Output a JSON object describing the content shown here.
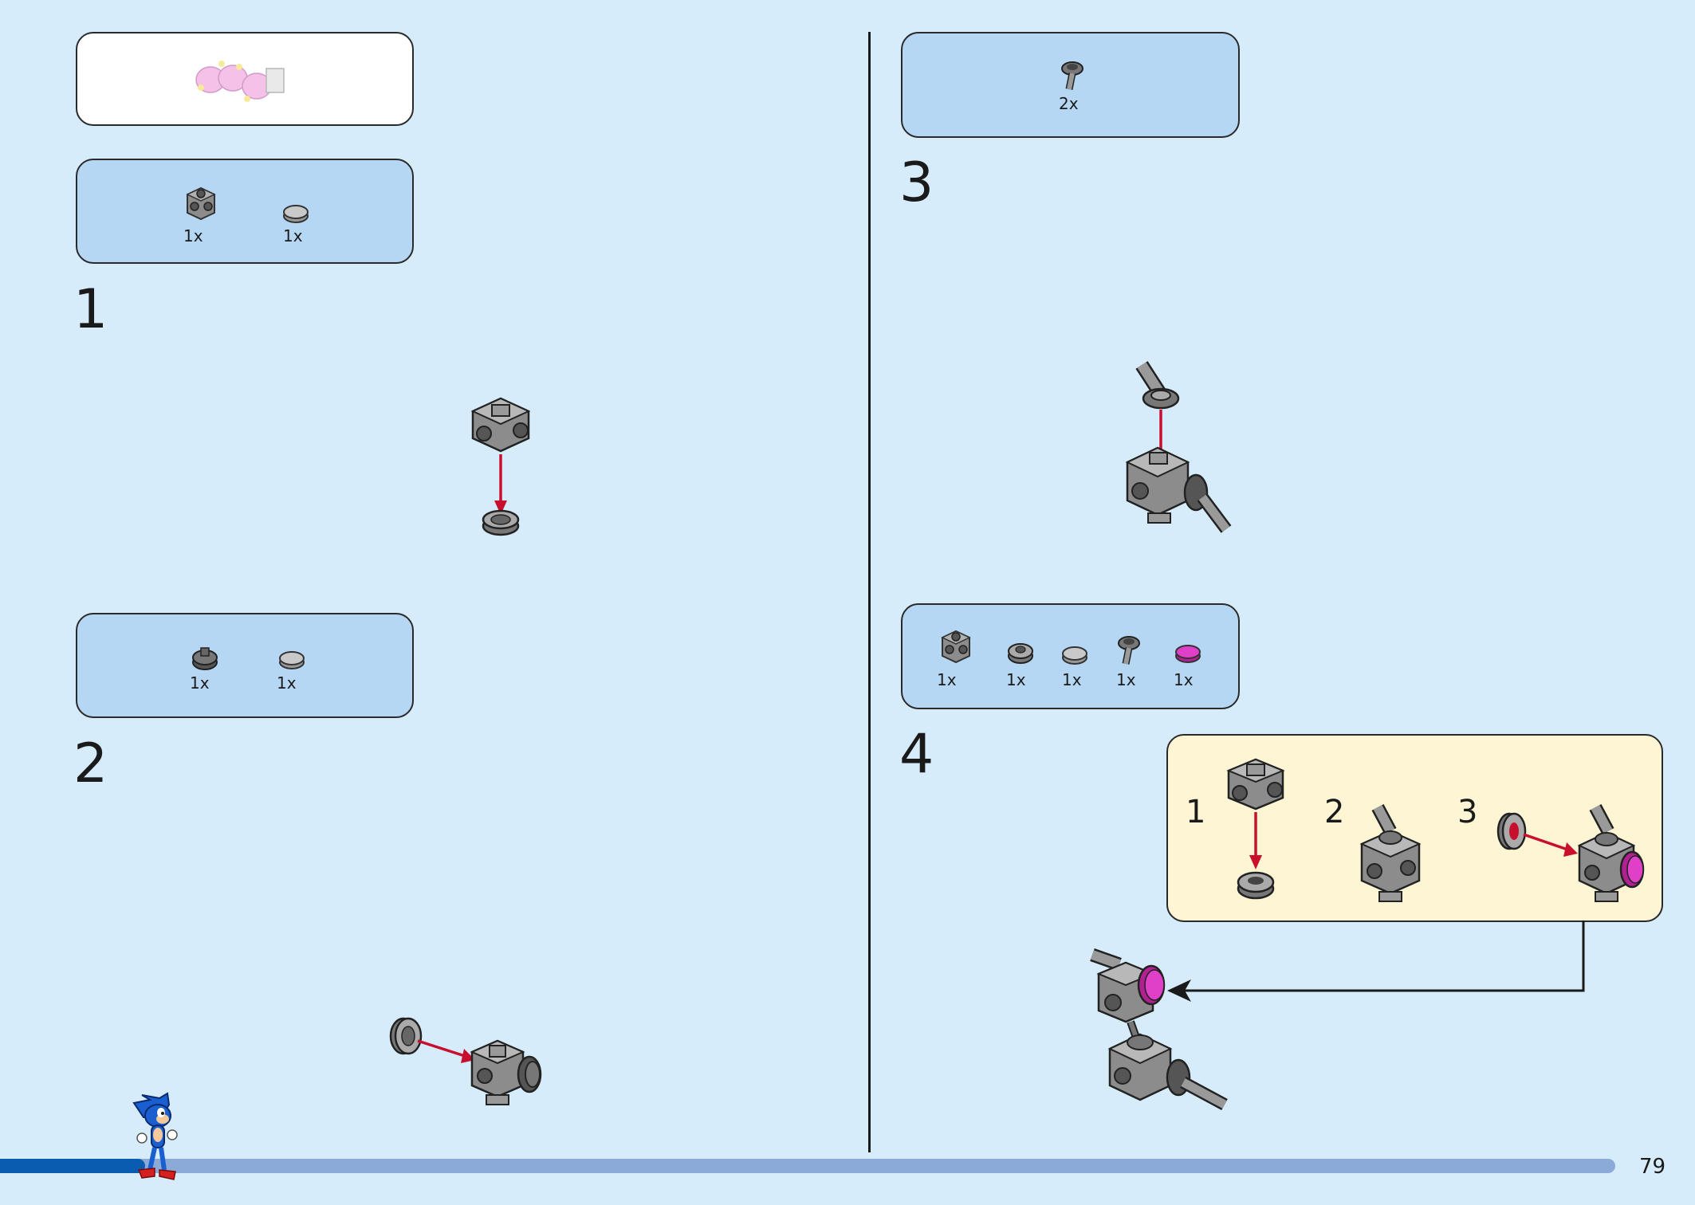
{
  "page": {
    "number": "79"
  },
  "progress": {
    "fraction": 0.09
  },
  "colors": {
    "background": "#d6ecfa",
    "parts_panel": "#b5d7f4",
    "sub_panel": "#fdf5d3",
    "arrow": "#c8102e",
    "progress_fill": "#0a5cb0",
    "progress_track": "#8caad8",
    "brick_grey": "#9a9a9a",
    "accent_pink": "#e040c8"
  },
  "steps": [
    {
      "number": "1",
      "parts": [
        {
          "qty": "1x",
          "icon": "brick-1x1-studs-icon"
        },
        {
          "qty": "1x",
          "icon": "round-tile-icon"
        }
      ]
    },
    {
      "number": "2",
      "parts": [
        {
          "qty": "1x",
          "icon": "round-plate-dark-icon"
        },
        {
          "qty": "1x",
          "icon": "round-tile-icon"
        }
      ]
    },
    {
      "number": "3",
      "parts": [
        {
          "qty": "2x",
          "icon": "ball-joint-icon"
        }
      ]
    },
    {
      "number": "4",
      "parts": [
        {
          "qty": "1x",
          "icon": "brick-1x1-studs-icon"
        },
        {
          "qty": "1x",
          "icon": "round-plate-icon"
        },
        {
          "qty": "1x",
          "icon": "round-tile-icon"
        },
        {
          "qty": "1x",
          "icon": "ball-joint-icon"
        },
        {
          "qty": "1x",
          "icon": "pink-round-tile-icon"
        }
      ],
      "sub_steps": [
        {
          "number": "1"
        },
        {
          "number": "2"
        },
        {
          "number": "3"
        }
      ]
    }
  ]
}
